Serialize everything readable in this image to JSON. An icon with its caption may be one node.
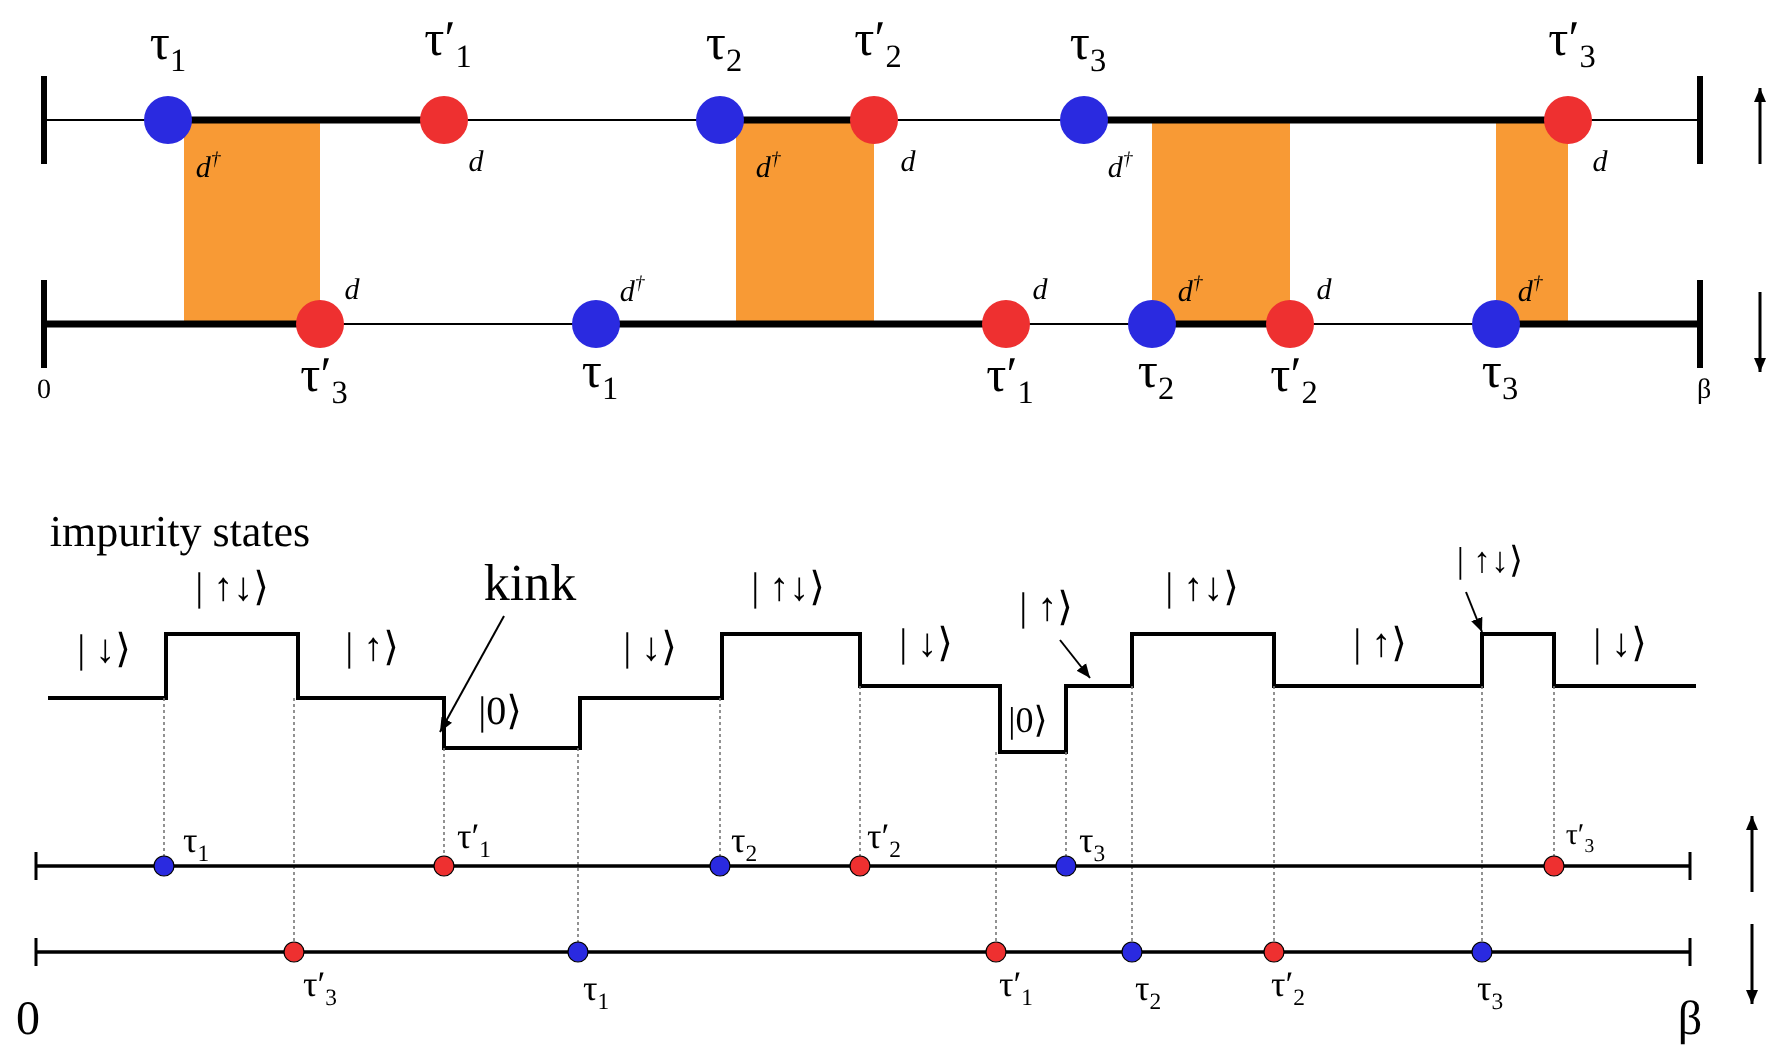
{
  "diagram": {
    "nodes": [
      {
        "text": [
          "kink"
        ]
      },
      {
        "text": [
          "| ↑⟩"
        ]
      },
      {
        "text": [
          "| ↑↓⟩"
        ]
      }
    ],
    "edges": [
      {
        "from": 0,
        "to": null,
        "arrow": "to"
      },
      {
        "from": 1,
        "to": null,
        "arrow": "to"
      },
      {
        "from": 2,
        "to": null,
        "arrow": "to"
      }
    ],
    "labels": [
      "τ$_{1}$",
      "τ′$_{1}$",
      "τ$_{2}$",
      "τ′$_{2}$",
      "τ$_{3}$",
      "τ′$_{3}$",
      "d$^{†}$",
      "d",
      "d$^{†}$",
      "d",
      "d$^{†}$",
      "d",
      "d",
      "d$^{†}$",
      "d",
      "d$^{†}$",
      "d",
      "d$^{†}$",
      "τ′$_{3}$",
      "τ$_{1}$",
      "τ′$_{1}$",
      "τ$_{2}$",
      "τ′$_{2}$",
      "τ$_{3}$",
      "0",
      "β",
      "impurity states",
      "| ↓⟩",
      "| ↑↓⟩",
      "| ↑⟩",
      "|0⟩",
      "| ↓⟩",
      "| ↑↓⟩",
      "| ↓⟩",
      "|0⟩",
      "| ↑↓⟩",
      "| ↑⟩",
      "| ↓⟩",
      "τ$_{1}$",
      "τ′$_{1}$",
      "τ$_{2}$",
      "τ′$_{2}$",
      "τ$_{3}$",
      "τ′$_{3}$",
      "τ′$_{3}$",
      "τ$_{1}$",
      "τ′$_{1}$",
      "τ$_{2}$",
      "τ′$_{2}$",
      "τ$_{3}$",
      "0",
      "β"
    ]
  }
}
